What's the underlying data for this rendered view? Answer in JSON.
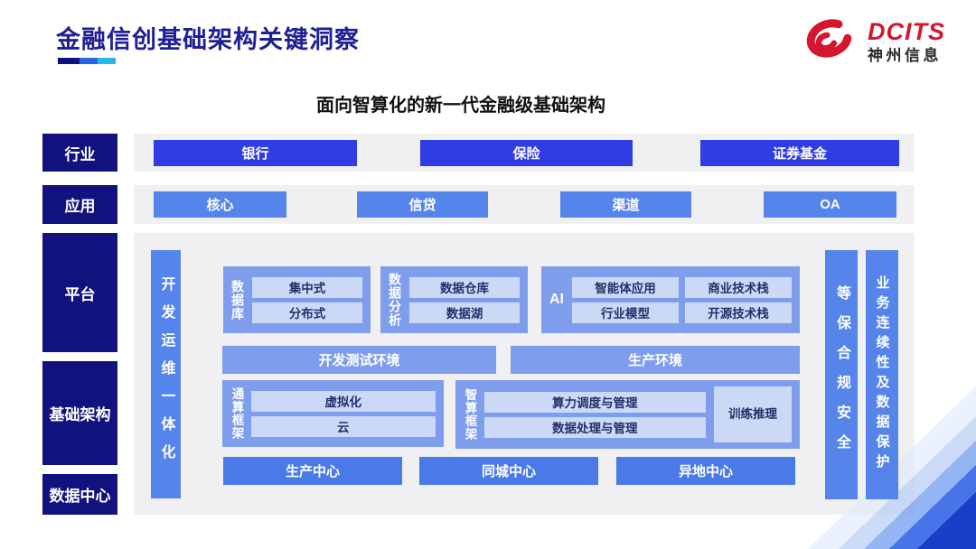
{
  "header": {
    "title": "金融信创基础架构关键洞察",
    "logo": {
      "brand": "DCITS",
      "company": "神州信息"
    }
  },
  "subtitle": "面向智算化的新一代金融级基础架构",
  "rows": [
    {
      "label": "行业",
      "items": [
        "银行",
        "保险",
        "证券基金"
      ]
    },
    {
      "label": "应用",
      "items": [
        "核心",
        "信贷",
        "渠道",
        "OA"
      ]
    }
  ],
  "side_labels": [
    "平台",
    "基础架构",
    "数据中心"
  ],
  "platform": {
    "devops_bar": "开发运维一体化",
    "groups": [
      {
        "label": "数据库",
        "items": [
          "集中式",
          "分布式"
        ]
      },
      {
        "label": "数据分析",
        "items": [
          "数据仓库",
          "数据湖"
        ]
      },
      {
        "label": "AI",
        "items": [
          "智能体应用",
          "商业技术栈",
          "行业模型",
          "开源技术栈"
        ]
      }
    ],
    "env_bars": [
      "开发测试环境",
      "生产环境"
    ],
    "frameworks": [
      {
        "label": "通算框架",
        "items": [
          "虚拟化",
          "云"
        ]
      },
      {
        "label": "智算框架",
        "items": [
          "算力调度与管理",
          "数据处理与管理"
        ],
        "side_item": "训练推理"
      }
    ],
    "centers": [
      "生产中心",
      "同城中心",
      "异地中心"
    ],
    "right_bars": [
      "等保合规安全",
      "业务连续性及数据保护"
    ]
  },
  "colors": {
    "title": "#1f1f96",
    "navy": "#12127e",
    "blue1": "#2e3ee4",
    "blue2": "#5584ea",
    "blue3": "#4a7ae8",
    "group": "#7e9ded",
    "light": "#ccd9f6",
    "panel": "#f0f0f3",
    "ink": "#22306b",
    "red": "#d6152f"
  }
}
